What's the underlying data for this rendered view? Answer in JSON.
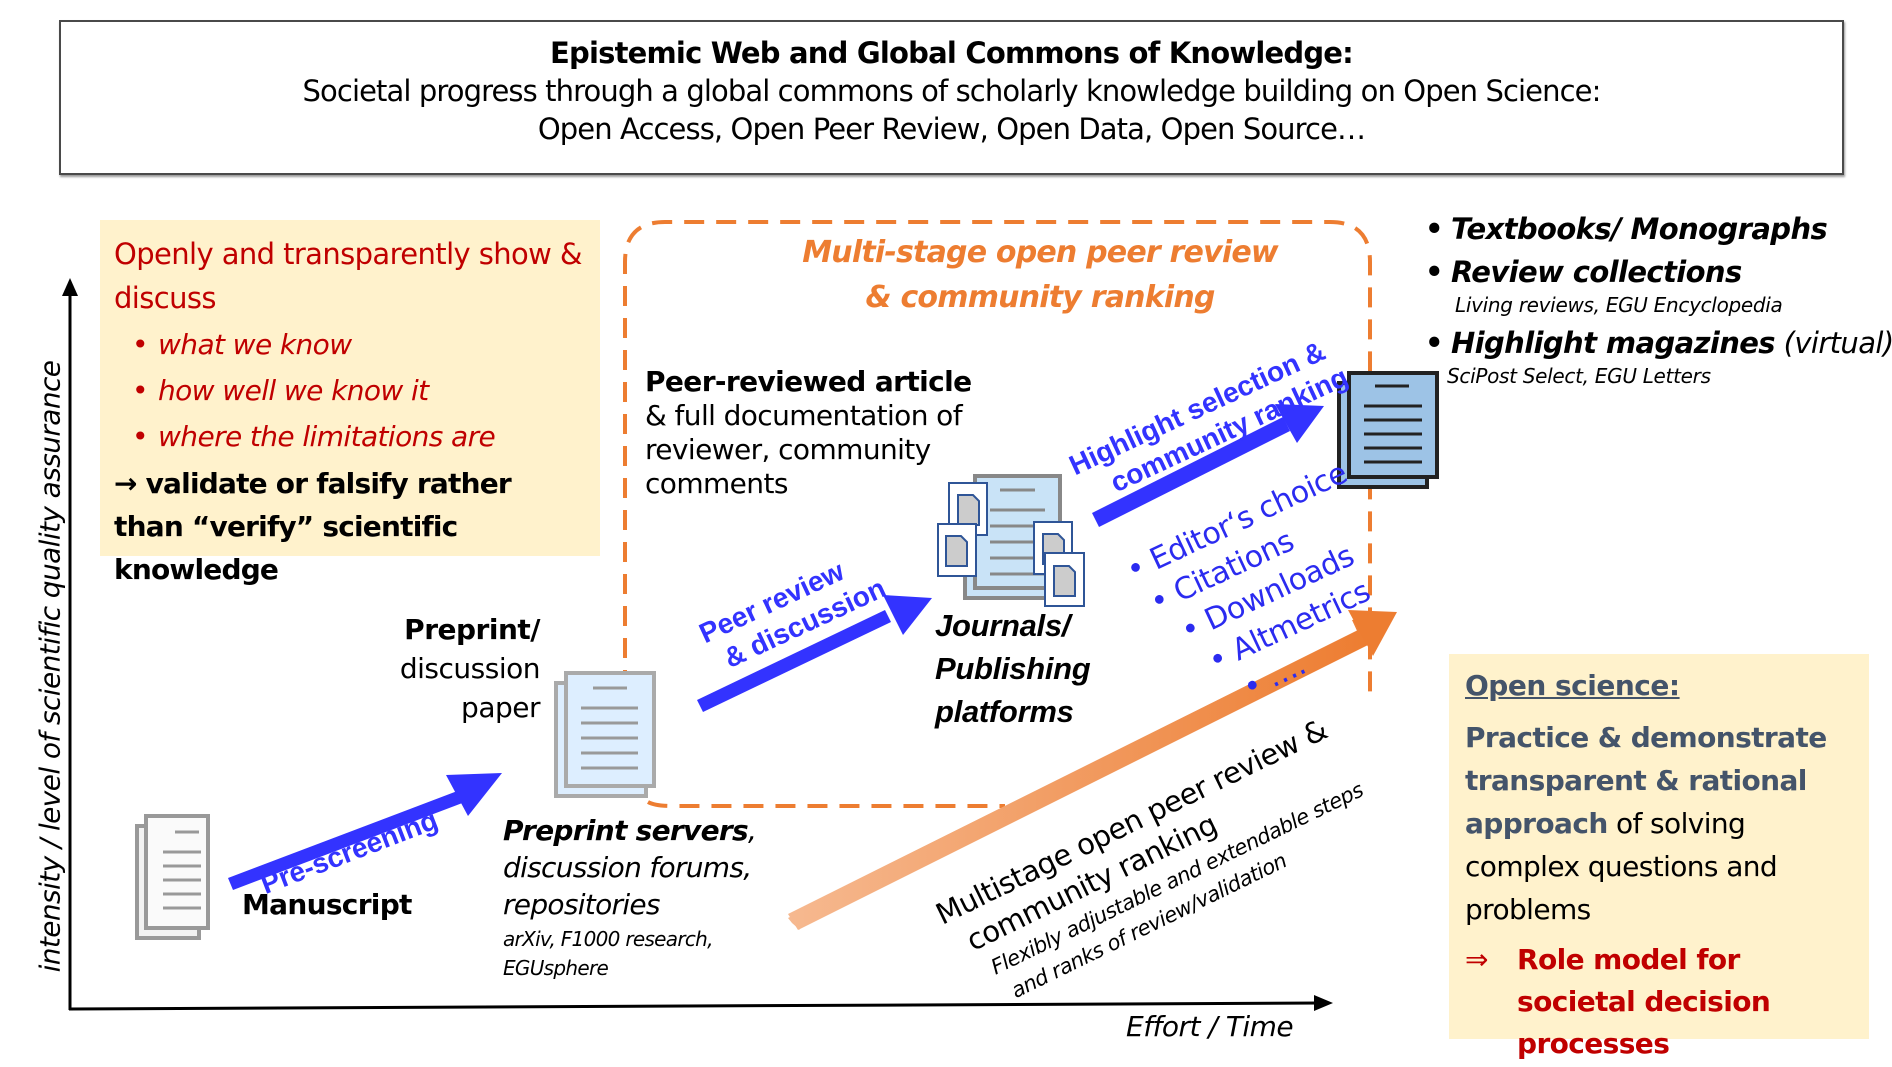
{
  "header": {
    "title": "Epistemic Web and Global Commons of Knowledge:",
    "line2": "Societal progress through a global commons of scholarly knowledge building on Open Science:",
    "line3": "Open Access, Open Peer Review, Open Data, Open Source…"
  },
  "left_box": {
    "lead": "Openly and transparently show & discuss",
    "bullets": [
      "what we know",
      "how well we know it",
      "where the limitations are"
    ],
    "conclusion": "→ validate or falsify rather than “verify” scientific knowledge"
  },
  "central_box": {
    "title_line1": "Multi-stage open peer review",
    "title_line2": "& community ranking",
    "peer_reviewed_title": "Peer-reviewed article",
    "peer_reviewed_desc": "& full documentation of reviewer, community comments"
  },
  "nodes": {
    "manuscript": "Manuscript",
    "preprint_bold": "Preprint/",
    "preprint_rest_1": "discussion",
    "preprint_rest_2": "paper",
    "servers_bold": "Preprint servers",
    "servers_rest_1": ", ",
    "servers_line2": "discussion forums,",
    "servers_line3": "repositories",
    "servers_examples_1": "arXiv, F1000 research,",
    "servers_examples_2": "EGUsphere",
    "journals_1": "Journals/",
    "journals_2": "Publishing",
    "journals_3": "platforms"
  },
  "arrows": {
    "prescreening": "Pre-screening",
    "peer_review_1": "Peer review",
    "peer_review_2": "& discussion",
    "highlight_1": "Highlight selection &",
    "highlight_2": "community ranking",
    "multistage_1": "Multistage open peer review &",
    "multistage_2": "community ranking",
    "multistage_3": "Flexibly adjustable and extendable steps",
    "multistage_4": "and ranks of review/validation"
  },
  "metrics": [
    "Editor‘s choice",
    "Citations",
    "Downloads",
    "Altmetrics",
    "…."
  ],
  "outputs": {
    "item1": "Textbooks/ Monographs",
    "item2": "Review collections",
    "item2_sub": "Living reviews, EGU Encyclopedia",
    "item3_bold": "Highlight magazines",
    "item3_light": " (virtual)",
    "item3_sub": "SciPost Select, EGU Letters"
  },
  "open_science": {
    "heading": "Open science:",
    "body_bold": "Practice & demonstrate transparent & rational approach",
    "body_rest": " of solving complex questions and problems",
    "role_arrow": "⇒",
    "role": "Role model for societal decision processes"
  },
  "axes": {
    "y_label": "intensity / level of scientific quality assurance",
    "x_label": "Effort / Time"
  },
  "colors": {
    "blue_arrow": "#3333ff",
    "orange": "#ed7d31",
    "dark_red": "#c00000",
    "beige": "#fff2cc",
    "slate": "#44546a"
  }
}
